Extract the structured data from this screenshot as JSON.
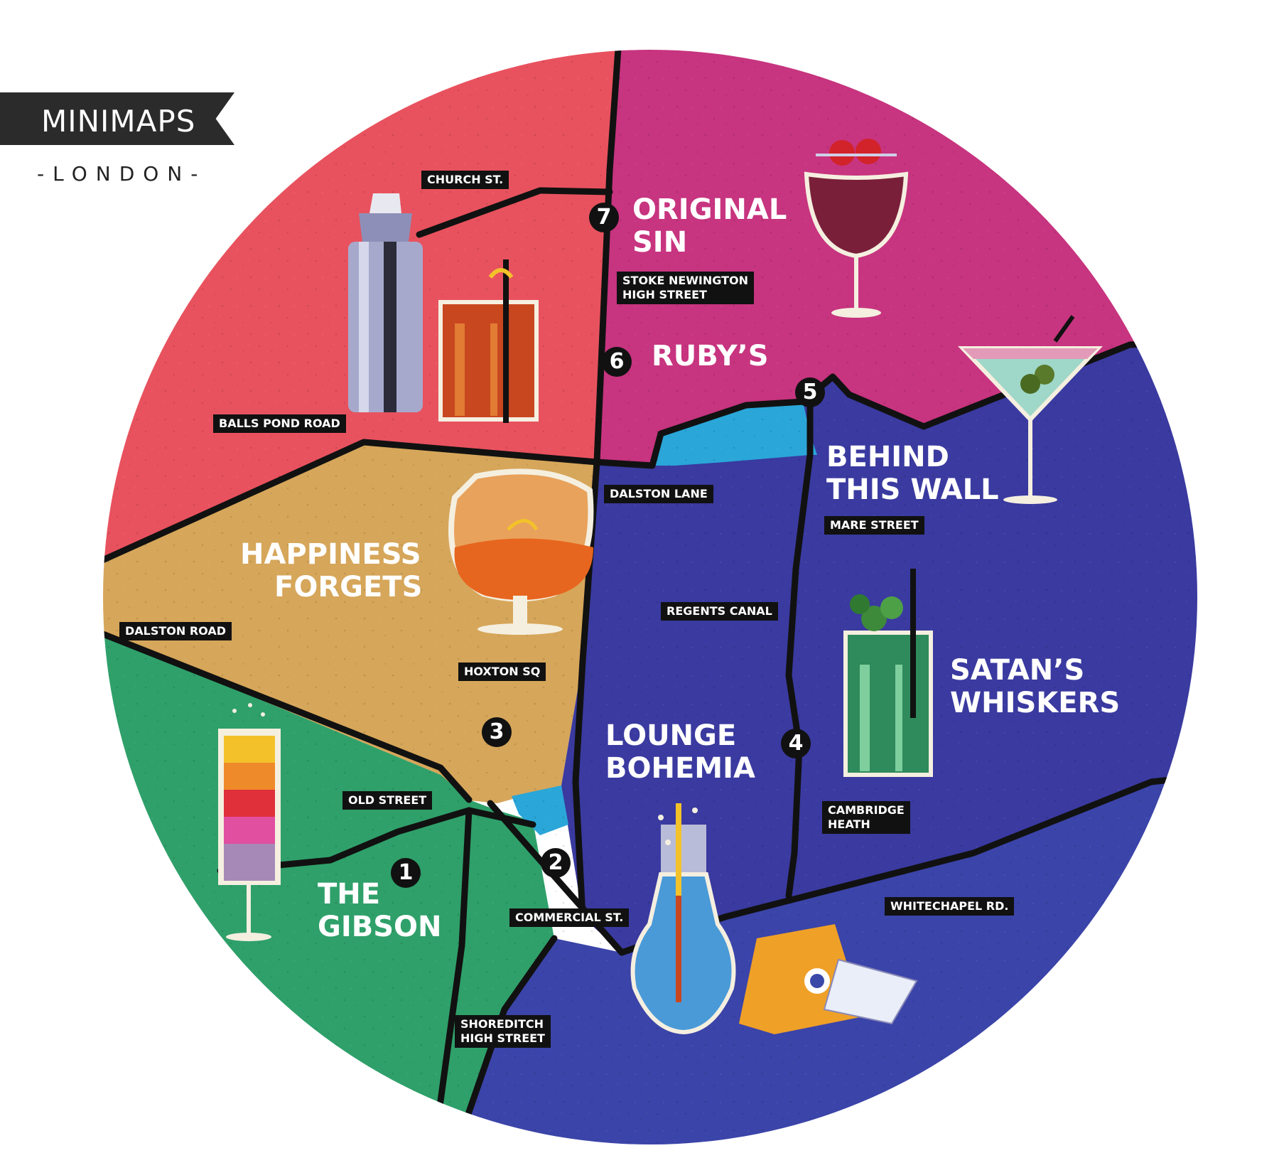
{
  "brand": {
    "title": "MINIMAPS",
    "subtitle": "-LONDON-"
  },
  "streets": {
    "church_st": "CHURCH ST.",
    "stoke_newington_1": "STOKE NEWINGTON",
    "stoke_newington_2": "HIGH STREET",
    "balls_pond": "BALLS POND ROAD",
    "dalston_lane": "DALSTON LANE",
    "mare_street": "MARE STREET",
    "regents_canal": "REGENTS CANAL",
    "dalston_road": "DALSTON ROAD",
    "hoxton_sq": "HOXTON SQ",
    "old_street": "OLD STREET",
    "cambridge_heath_1": "CAMBRIDGE",
    "cambridge_heath_2": "HEATH",
    "commercial_st": "COMMERCIAL ST.",
    "whitechapel": "WHITECHAPEL RD.",
    "shoreditch_1": "SHOREDITCH",
    "shoreditch_2": "HIGH STREET"
  },
  "venues": {
    "original_sin_1": "ORIGINAL",
    "original_sin_2": "SIN",
    "rubys": "RUBY’S",
    "behind_wall_1": "BEHIND",
    "behind_wall_2": "THIS WALL",
    "happiness_1": "HAPPINESS",
    "happiness_2": "FORGETS",
    "satans_1": "SATAN’S",
    "satans_2": "WHISKERS",
    "lounge_1": "LOUNGE",
    "lounge_2": "BOHEMIA",
    "gibson_1": "THE",
    "gibson_2": "GIBSON"
  },
  "markers": {
    "m1": "1",
    "m2": "2",
    "m3": "3",
    "m4": "4",
    "m5": "5",
    "m6": "6",
    "m7": "7"
  },
  "colors": {
    "red_zone": "#e8525e",
    "magenta_zone": "#c7347f",
    "tan_zone": "#d6a65a",
    "green_zone": "#2fa06a",
    "purple_zone": "#3a3aa0",
    "blue_zone": "#3b44a8",
    "water": "#2aa6d8",
    "road": "#111111"
  },
  "icons": [
    "cocktail-shaker-icon",
    "old-fashioned-glass-icon",
    "coupe-glass-icon",
    "martini-glass-icon",
    "brandy-snifter-icon",
    "highball-mojito-icon",
    "champagne-flute-icon",
    "lightbulb-drink-icon",
    "passport-icon"
  ]
}
